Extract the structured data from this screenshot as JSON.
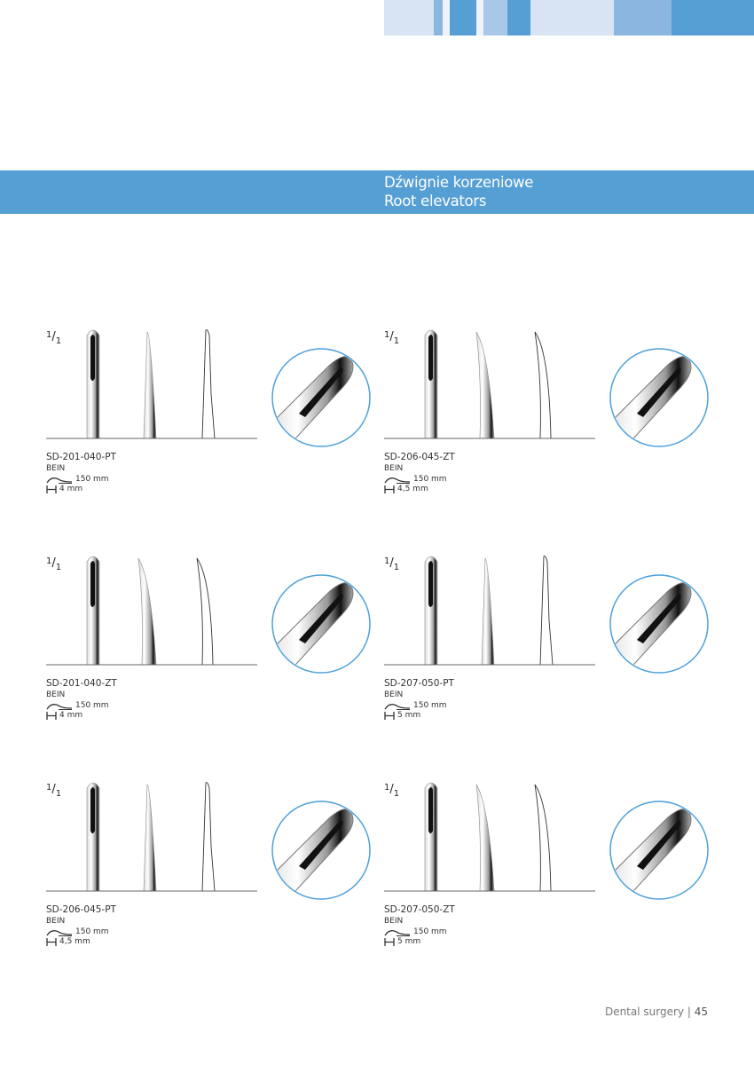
{
  "header_bar_colors": [
    "#d8e4f3",
    "#8ab6e0",
    "#eef3fa",
    "#559fd4",
    "#eef3fa",
    "#a8c8e8",
    "#559fd4",
    "#d8e4f3",
    "#8ab6e0",
    "#559fd4"
  ],
  "title": {
    "pl": "Dźwignie korzeniowe",
    "en": "Root elevators"
  },
  "accent": "#559fd4",
  "products": [
    {
      "code": "SD-201-040-PT",
      "material": "BEIN",
      "length": "150 mm",
      "width": "4 mm",
      "scale_num": "1",
      "scale_den": "1",
      "curved": false
    },
    {
      "code": "SD-206-045-ZT",
      "material": "BEIN",
      "length": "150 mm",
      "width": "4,5 mm",
      "scale_num": "1",
      "scale_den": "1",
      "curved": true
    },
    {
      "code": "SD-201-040-ZT",
      "material": "BEIN",
      "length": "150 mm",
      "width": "4 mm",
      "scale_num": "1",
      "scale_den": "1",
      "curved": true
    },
    {
      "code": "SD-207-050-PT",
      "material": "BEIN",
      "length": "150 mm",
      "width": "5 mm",
      "scale_num": "1",
      "scale_den": "1",
      "curved": false
    },
    {
      "code": "SD-206-045-PT",
      "material": "BEIN",
      "length": "150 mm",
      "width": "4,5 mm",
      "scale_num": "1",
      "scale_den": "1",
      "curved": false
    },
    {
      "code": "SD-207-050-ZT",
      "material": "BEIN",
      "length": "150 mm",
      "width": "5 mm",
      "scale_num": "1",
      "scale_den": "1",
      "curved": true
    }
  ],
  "footer": {
    "section": "Dental surgery",
    "separator": "|",
    "page": "45"
  }
}
